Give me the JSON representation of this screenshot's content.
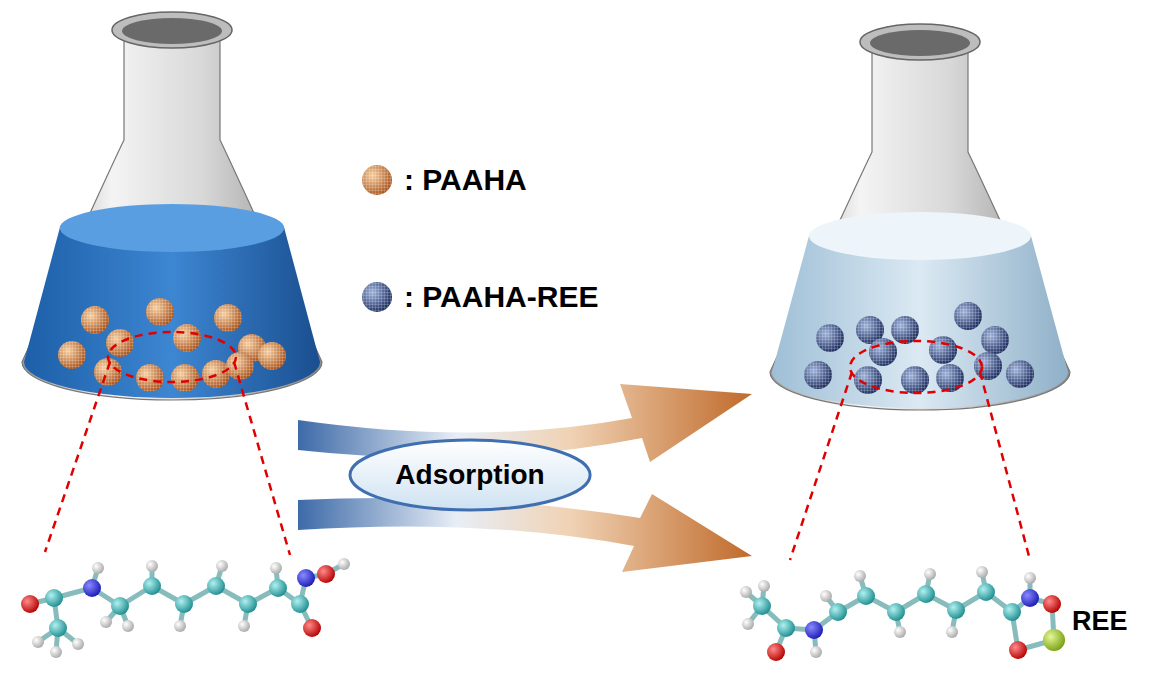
{
  "diagram": {
    "nodes": [
      {
        "text": [
          "Adsorption"
        ]
      }
    ],
    "labels": [
      "REE"
    ],
    "legend": [
      {
        "text": ": PAAHA"
      },
      {
        "text": ": PAAHA-REE"
      }
    ]
  }
}
